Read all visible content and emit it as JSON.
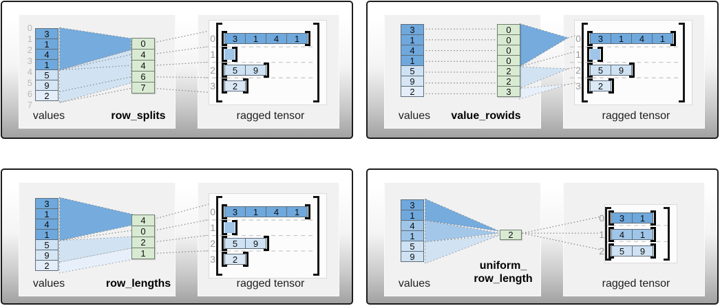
{
  "palette": {
    "dark_blue": "#6fa8dc",
    "mid_blue": "#9fc5e8",
    "light_blue": "#cfe2f3",
    "pale_blue": "#e4eefa",
    "green": "#d9ead3",
    "index_gray": "#b7b7b7",
    "row_label_gray": "#999999"
  },
  "panels": [
    {
      "name": "row_splits",
      "values_label": "values",
      "method_label": "row_splits",
      "tensor_label": "ragged tensor",
      "value_indices": [
        "0",
        "1",
        "2",
        "3",
        "4",
        "5",
        "6",
        "7"
      ],
      "values": [
        {
          "text": "3",
          "color": "#6fa8dc"
        },
        {
          "text": "1",
          "color": "#6fa8dc"
        },
        {
          "text": "4",
          "color": "#6fa8dc"
        },
        {
          "text": "1",
          "color": "#6fa8dc"
        },
        {
          "text": "5",
          "color": "#cfe2f3"
        },
        {
          "text": "9",
          "color": "#d6e6f5"
        },
        {
          "text": "2",
          "color": "#e4eefa"
        }
      ],
      "method_cells": [
        "0",
        "4",
        "4",
        "6",
        "7"
      ],
      "tensor_rows": [
        {
          "label": "0",
          "cells": [
            {
              "text": "3",
              "color": "#6fa8dc"
            },
            {
              "text": "1",
              "color": "#6fa8dc"
            },
            {
              "text": "4",
              "color": "#6fa8dc"
            },
            {
              "text": "1",
              "color": "#6fa8dc"
            }
          ]
        },
        {
          "label": "1",
          "cells": []
        },
        {
          "label": "2",
          "cells": [
            {
              "text": "5",
              "color": "#cfe2f3"
            },
            {
              "text": "9",
              "color": "#cfe2f3"
            }
          ]
        },
        {
          "label": "3",
          "cells": [
            {
              "text": "2",
              "color": "#dbe9f7"
            }
          ]
        }
      ]
    },
    {
      "name": "value_rowids",
      "values_label": "values",
      "method_label": "value_rowids",
      "tensor_label": "ragged tensor",
      "value_indices": [],
      "values": [
        {
          "text": "3",
          "color": "#6fa8dc"
        },
        {
          "text": "1",
          "color": "#6fa8dc"
        },
        {
          "text": "4",
          "color": "#6fa8dc"
        },
        {
          "text": "1",
          "color": "#6fa8dc"
        },
        {
          "text": "5",
          "color": "#cfe2f3"
        },
        {
          "text": "9",
          "color": "#d6e6f5"
        },
        {
          "text": "2",
          "color": "#e4eefa"
        }
      ],
      "method_cells": [
        "0",
        "0",
        "0",
        "0",
        "2",
        "2",
        "3"
      ],
      "tensor_rows": [
        {
          "label": "0",
          "cells": [
            {
              "text": "3",
              "color": "#6fa8dc"
            },
            {
              "text": "1",
              "color": "#6fa8dc"
            },
            {
              "text": "4",
              "color": "#6fa8dc"
            },
            {
              "text": "1",
              "color": "#6fa8dc"
            }
          ]
        },
        {
          "label": "1",
          "cells": []
        },
        {
          "label": "2",
          "cells": [
            {
              "text": "5",
              "color": "#cfe2f3"
            },
            {
              "text": "9",
              "color": "#cfe2f3"
            }
          ]
        },
        {
          "label": "3",
          "cells": [
            {
              "text": "2",
              "color": "#dbe9f7"
            }
          ]
        }
      ]
    },
    {
      "name": "row_lengths",
      "values_label": "values",
      "method_label": "row_lengths",
      "tensor_label": "ragged tensor",
      "value_indices": [],
      "values": [
        {
          "text": "3",
          "color": "#6fa8dc"
        },
        {
          "text": "1",
          "color": "#6fa8dc"
        },
        {
          "text": "4",
          "color": "#6fa8dc"
        },
        {
          "text": "1",
          "color": "#6fa8dc"
        },
        {
          "text": "5",
          "color": "#cfe2f3"
        },
        {
          "text": "9",
          "color": "#d6e6f5"
        },
        {
          "text": "2",
          "color": "#e4eefa"
        }
      ],
      "method_cells": [
        "4",
        "0",
        "2",
        "1"
      ],
      "tensor_rows": [
        {
          "label": "0",
          "cells": [
            {
              "text": "3",
              "color": "#6fa8dc"
            },
            {
              "text": "1",
              "color": "#6fa8dc"
            },
            {
              "text": "4",
              "color": "#6fa8dc"
            },
            {
              "text": "1",
              "color": "#6fa8dc"
            }
          ]
        },
        {
          "label": "1",
          "cells": []
        },
        {
          "label": "2",
          "cells": [
            {
              "text": "5",
              "color": "#cfe2f3"
            },
            {
              "text": "9",
              "color": "#cfe2f3"
            }
          ]
        },
        {
          "label": "3",
          "cells": [
            {
              "text": "2",
              "color": "#dbe9f7"
            }
          ]
        }
      ]
    },
    {
      "name": "uniform_row_length",
      "values_label": "values",
      "method_label": "uniform_\nrow_length",
      "tensor_label": "ragged tensor",
      "value_indices": [],
      "values": [
        {
          "text": "3",
          "color": "#6fa8dc"
        },
        {
          "text": "1",
          "color": "#6fa8dc"
        },
        {
          "text": "4",
          "color": "#9fc5e8"
        },
        {
          "text": "1",
          "color": "#9fc5e8"
        },
        {
          "text": "5",
          "color": "#cfe2f3"
        },
        {
          "text": "9",
          "color": "#cfe2f3"
        }
      ],
      "method_cells": [
        "2"
      ],
      "tensor_rows": [
        {
          "label": "0",
          "cells": [
            {
              "text": "3",
              "color": "#6fa8dc"
            },
            {
              "text": "1",
              "color": "#6fa8dc"
            }
          ]
        },
        {
          "label": "1",
          "cells": [
            {
              "text": "4",
              "color": "#9fc5e8"
            },
            {
              "text": "1",
              "color": "#9fc5e8"
            }
          ]
        },
        {
          "label": "2",
          "cells": [
            {
              "text": "5",
              "color": "#cfe2f3"
            },
            {
              "text": "9",
              "color": "#cfe2f3"
            }
          ]
        }
      ]
    }
  ]
}
